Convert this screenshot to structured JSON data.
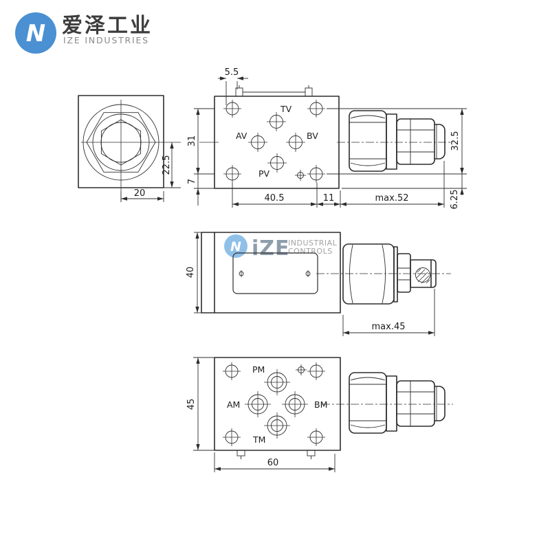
{
  "brand": {
    "name_cn": "爱泽工业",
    "name_en": "IZE INDUSTRIES",
    "mark_letter": "N"
  },
  "watermark": {
    "word": "iZE",
    "line1": "INDUSTRIAL",
    "line2": "CONTROLS",
    "mark_letter": "N"
  },
  "end_view": {
    "dim_center_to_bottom": "22.5",
    "dim_center_to_edge": "20"
  },
  "top_view": {
    "dim_pin": "5.5",
    "dim_holes_vertical": "31",
    "dim_hole_to_bottom": "7",
    "dim_holes_horizontal": "40.5",
    "dim_hole_to_right_edge": "11",
    "dim_cartridge_length": "max.52",
    "dim_cartridge_height": "32.5",
    "dim_center_offset": "6.25",
    "ports": {
      "tv": "TV",
      "av": "AV",
      "bv": "BV",
      "pv": "PV"
    }
  },
  "side_view": {
    "dim_height": "40",
    "dim_cartridge_length": "max.45"
  },
  "bottom_view": {
    "dim_height": "45",
    "dim_width": "60",
    "ports": {
      "pm": "PM",
      "am": "AM",
      "bm": "BM",
      "tm": "TM"
    }
  },
  "colors": {
    "line": "#2d2d2d",
    "logo_blue": "#4a90d2",
    "watermark_blue": "#8fc0e8",
    "watermark_text": "#8d9dab",
    "watermark_gray": "#a2a2a2",
    "brand_text": "#3c3c3c",
    "brand_sub": "#8a8a8a"
  }
}
